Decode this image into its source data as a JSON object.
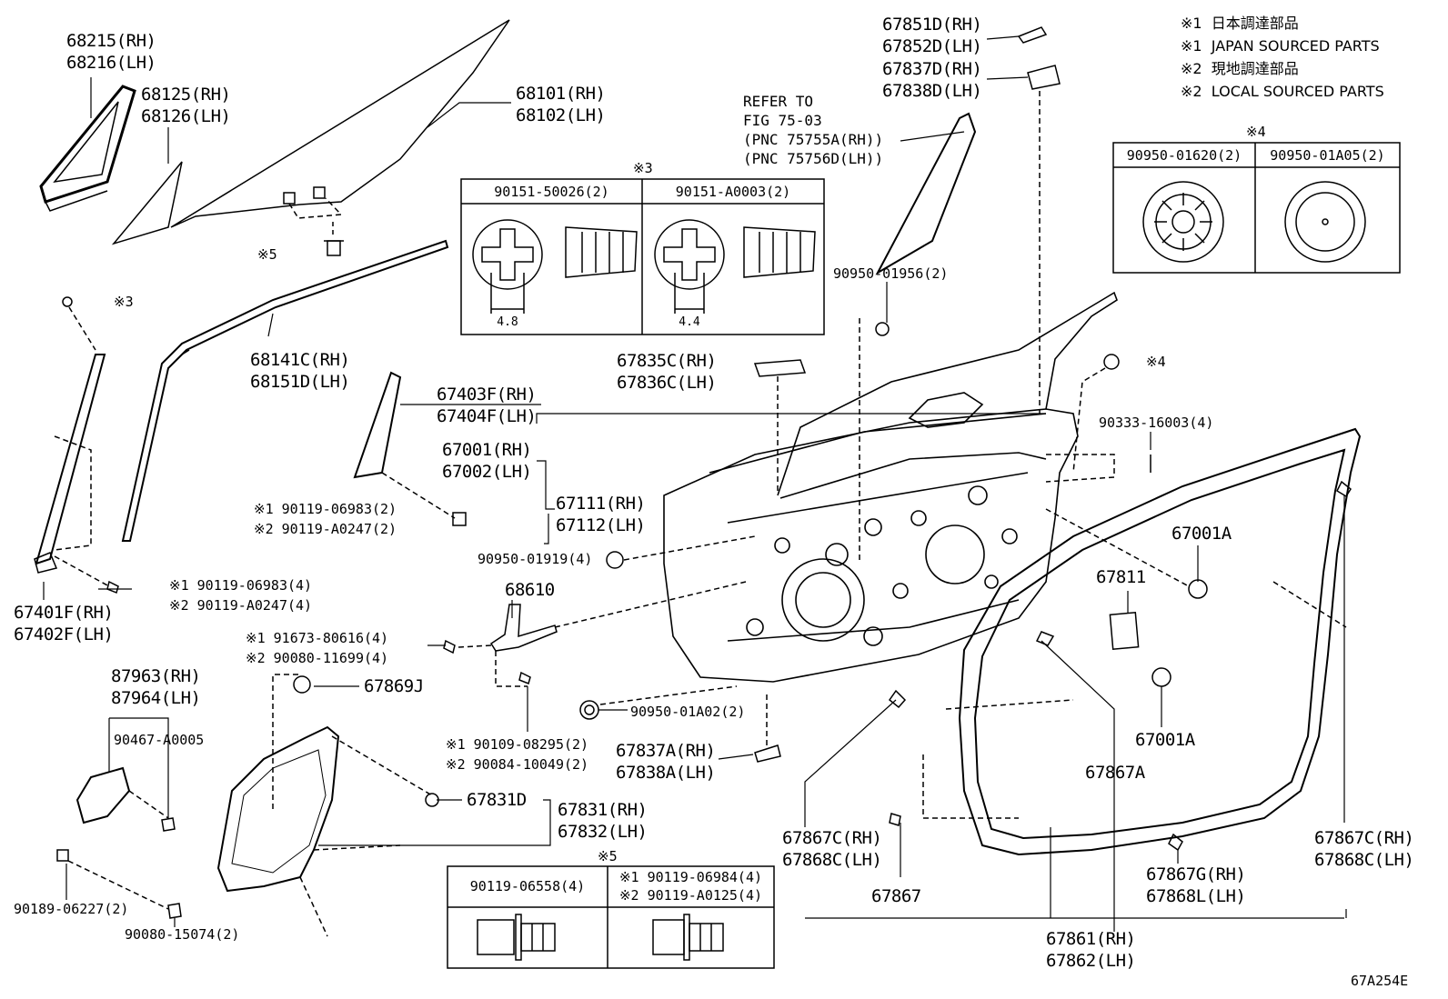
{
  "notes": [
    "※1  日本調達部品",
    "※1  JAPAN SOURCED PARTS",
    "※2  現地調達部品",
    "※2  LOCAL SOURCED PARTS"
  ],
  "refer_note": [
    "REFER TO",
    "FIG 75-03",
    "(PNC 75755A(RH))",
    "(PNC 75756D(LH))"
  ],
  "callouts": {
    "c68215": [
      "68215(RH)",
      "68216(LH)"
    ],
    "c68125": [
      "68125(RH)",
      "68126(LH)"
    ],
    "c68101": [
      "68101(RH)",
      "68102(LH)"
    ],
    "c67851": [
      "67851D(RH)",
      "67852D(LH)"
    ],
    "c67837d": [
      "67837D(RH)",
      "67838D(LH)"
    ],
    "c68141": [
      "68141C(RH)",
      "68151D(LH)"
    ],
    "c67403": [
      "67403F(RH)",
      "67404F(LH)"
    ],
    "c67001": [
      "67001(RH)",
      "67002(LH)"
    ],
    "c67111": [
      "67111(RH)",
      "67112(LH)"
    ],
    "c67835": [
      "67835C(RH)",
      "67836C(LH)"
    ],
    "c67401": [
      "67401F(RH)",
      "67402F(LH)"
    ],
    "c87963": [
      "87963(RH)",
      "87964(LH)"
    ],
    "c67837a": [
      "67837A(RH)",
      "67838A(LH)"
    ],
    "c67831": [
      "67831(RH)",
      "67832(LH)"
    ],
    "c67867c_left": [
      "67867C(RH)",
      "67868C(LH)"
    ],
    "c67867c_right": [
      "67867C(RH)",
      "67868C(LH)"
    ],
    "c67867g": [
      "67867G(RH)",
      "67868L(LH)"
    ],
    "c67861": [
      "67861(RH)",
      "67862(LH)"
    ],
    "bolt_90119": [
      "※1 90119-06983(2)",
      "※2 90119-A0247(2)"
    ],
    "bolt_90119_4": [
      "※1 90119-06983(4)",
      "※2 90119-A0247(4)"
    ],
    "clip_91673": [
      "※1 91673-80616(4)",
      "※2 90080-11699(4)"
    ],
    "bolt_90109": [
      "※1 90109-08295(2)",
      "※2 90084-10049(2)"
    ]
  },
  "singles": {
    "note5": "※5",
    "note3": "※3",
    "note4": "※4",
    "p90950_01956": "90950-01956(2)",
    "p90333": "90333-16003(4)",
    "p90950_01919": "90950-01919(4)",
    "p67001A_1": "67001A",
    "p67001A_2": "67001A",
    "p67811": "67811",
    "p68610": "68610",
    "p67869J": "67869J",
    "p90950_01A02": "90950-01A02(2)",
    "p90467": "90467-A0005",
    "p67831D": "67831D",
    "p67867A": "67867A",
    "p67867": "67867",
    "p90189": "90189-06227(2)",
    "p90080": "90080-15074(2)",
    "fig_code": "67A254E"
  },
  "table_screws": {
    "title": "※3",
    "headers": [
      "90151-50026(2)",
      "90151-A0003(2)"
    ],
    "dims": [
      "4.8",
      "4.4"
    ]
  },
  "table_plugs": {
    "title": "※4",
    "headers": [
      "90950-01620(2)",
      "90950-01A05(2)"
    ]
  },
  "table_bolts": {
    "title": "※5",
    "headers": [
      "90119-06558(4)",
      "※1 90119-06984(4)",
      "※2 90119-A0125(4)"
    ]
  }
}
